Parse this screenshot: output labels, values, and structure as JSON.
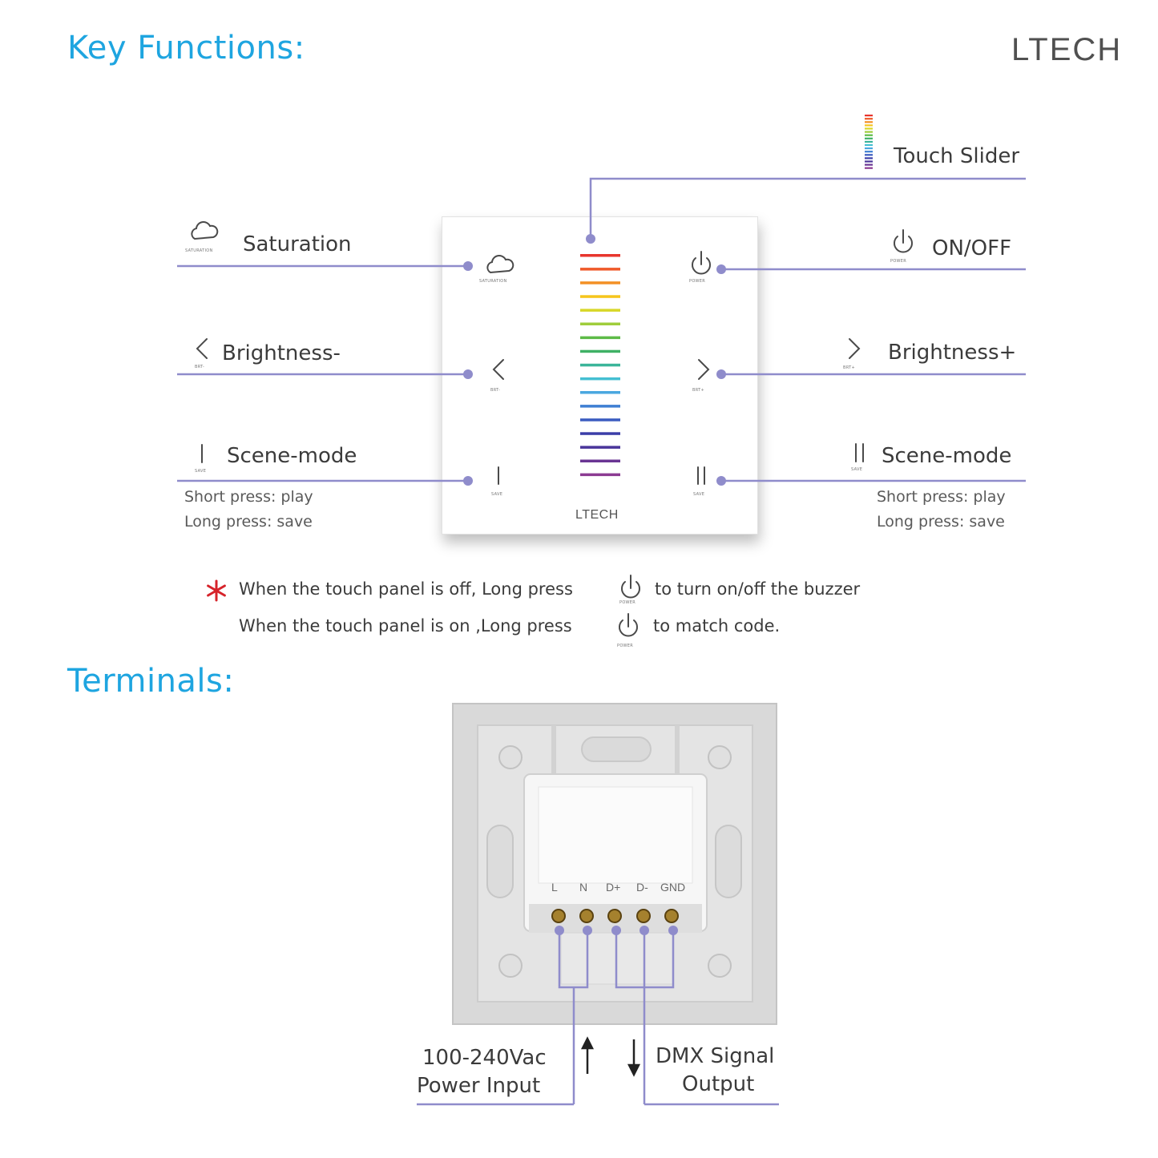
{
  "headings": {
    "key_functions": "Key Functions:",
    "terminals": "Terminals:"
  },
  "brand": "LTECH",
  "panel": {
    "brand": "LTECH",
    "icon_captions": {
      "saturation": "SATURATION",
      "power": "POWER",
      "brt_minus": "BRT-",
      "brt_plus": "BRT+",
      "save": "SAVE"
    },
    "slider_colors": [
      "#e8352d",
      "#ef5a2a",
      "#f39024",
      "#f6c51c",
      "#d8d728",
      "#9fcd3b",
      "#5dbb47",
      "#3fb165",
      "#3bb59a",
      "#44bfd2",
      "#4aa7df",
      "#3f7fd3",
      "#3a5bc0",
      "#3b3ea8",
      "#4a359a",
      "#6a3593",
      "#8c3b92"
    ]
  },
  "labels": {
    "touch_slider": "Touch Slider",
    "saturation": "Saturation",
    "on_off": "ON/OFF",
    "brightness_minus": "Brightness-",
    "brightness_plus": "Brightness+",
    "scene_mode_left": "Scene-mode",
    "scene_mode_right": "Scene-mode",
    "short_press_left": "Short press: play",
    "long_press_left": "Long press: save",
    "short_press_right": "Short press: play",
    "long_press_right": "Long press: save"
  },
  "notes": {
    "line1_before": "When the touch panel is off, Long press",
    "line1_after": "to turn on/off the buzzer",
    "line2_before": "When the touch panel is on ,Long press",
    "line2_after": "to match code."
  },
  "terminals": {
    "names": [
      "L",
      "N",
      "D+",
      "D-",
      "GND"
    ],
    "power_input_line1": "100-240Vac",
    "power_input_line2": "Power Input",
    "dmx_line1": "DMX Signal",
    "dmx_line2": "Output"
  },
  "colors": {
    "heading": "#1ea5e0",
    "leader_line": "#8f8ccb",
    "asterisk": "#d6232a"
  }
}
